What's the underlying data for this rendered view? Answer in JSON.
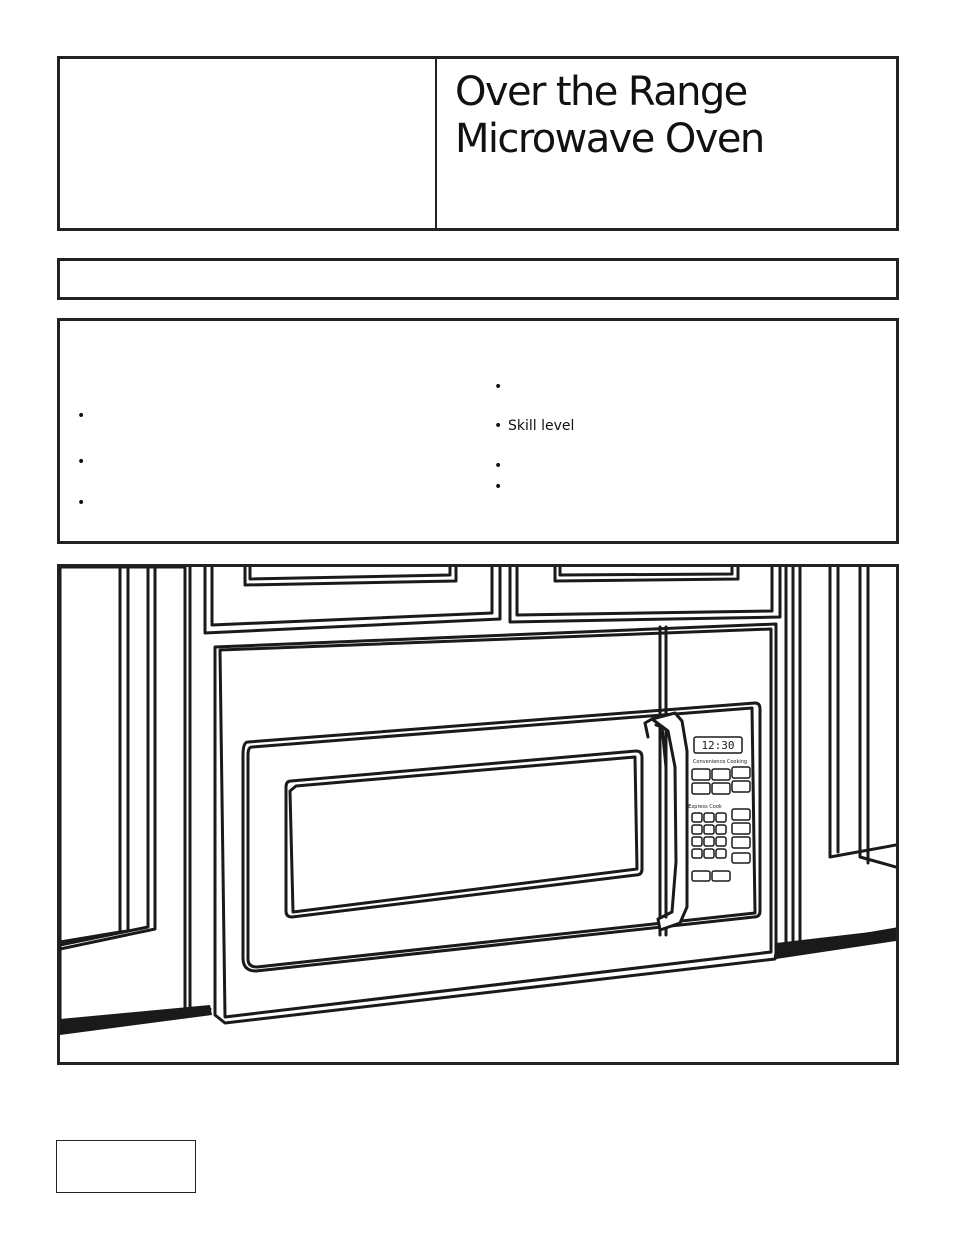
{
  "header": {
    "title_line1": "Over the Range",
    "title_line2": "Microwave Oven"
  },
  "info": {
    "left_bullets": [
      "",
      "",
      ""
    ],
    "right_bullets": [
      "",
      "Skill level",
      "",
      ""
    ]
  },
  "illustration": {
    "display_time": "12:30",
    "panel": {
      "section1": "Convenience Cooking",
      "section2": "Express Cook"
    }
  },
  "footer": {
    "page_box_text": ""
  }
}
